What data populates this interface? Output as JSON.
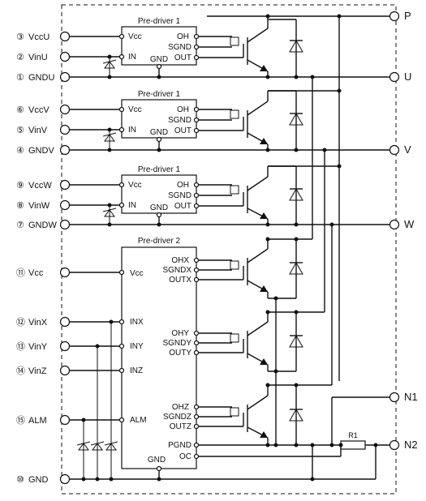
{
  "pins": {
    "vccu": {
      "num": "③",
      "label": "VccU"
    },
    "vinu": {
      "num": "②",
      "label": "VinU"
    },
    "gndu": {
      "num": "①",
      "label": "GNDU"
    },
    "vccv": {
      "num": "⑥",
      "label": "VccV"
    },
    "vinv": {
      "num": "⑤",
      "label": "VinV"
    },
    "gndv": {
      "num": "④",
      "label": "GNDV"
    },
    "vccw": {
      "num": "⑨",
      "label": "VccW"
    },
    "vinw": {
      "num": "⑧",
      "label": "VinW"
    },
    "gndw": {
      "num": "⑦",
      "label": "GNDW"
    },
    "vcc": {
      "num": "⑪",
      "label": "Vcc"
    },
    "vinx": {
      "num": "⑫",
      "label": "VinX"
    },
    "viny": {
      "num": "⑬",
      "label": "VinY"
    },
    "vinz": {
      "num": "⑭",
      "label": "VinZ"
    },
    "alm": {
      "num": "⑮",
      "label": "ALM"
    },
    "gnd": {
      "num": "⑩",
      "label": "GND"
    }
  },
  "outputs": {
    "p": "P",
    "u": "U",
    "v": "V",
    "w": "W",
    "n1": "N1",
    "n2": "N2"
  },
  "predriver1": {
    "title": "Pre-driver 1",
    "vcc": "Vcc",
    "in": "IN",
    "gnd": "GND",
    "oh": "OH",
    "sgnd": "SGND",
    "out": "OUT"
  },
  "predriver2": {
    "title": "Pre-driver 2",
    "vcc": "Vcc",
    "inx": "INX",
    "iny": "INY",
    "inz": "INZ",
    "alm": "ALM",
    "gnd": "GND",
    "ohx": "OHX",
    "sgndx": "SGNDX",
    "outx": "OUTX",
    "ohy": "OHY",
    "sgndy": "SGNDY",
    "outy": "OUTY",
    "ohz": "OHZ",
    "sgndz": "SGNDZ",
    "outz": "OUTZ",
    "pgnd": "PGND",
    "oc": "OC"
  },
  "resistor": "R1"
}
